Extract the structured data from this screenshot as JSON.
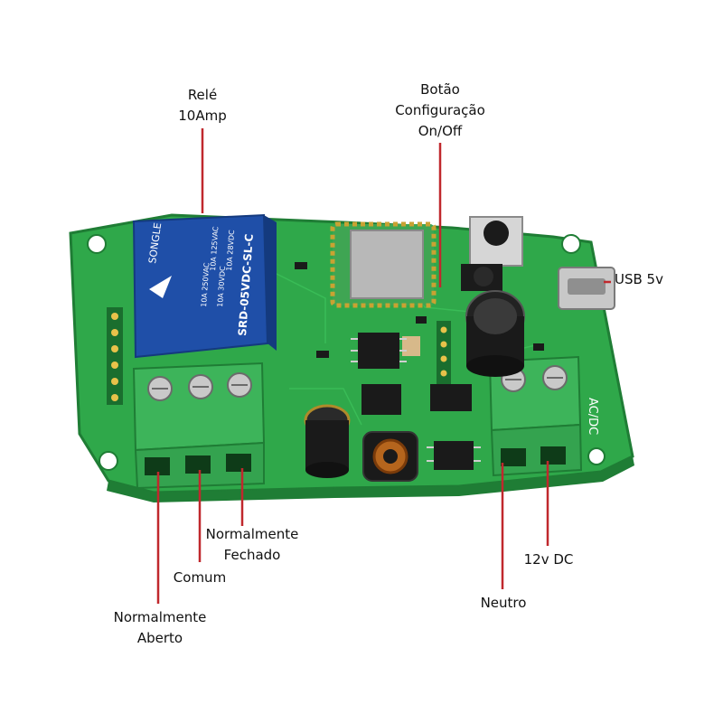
{
  "labels": {
    "relay": [
      "Relé",
      "10Amp"
    ],
    "button": [
      "Botão",
      "Configuração",
      "On/Off"
    ],
    "usb": "USB 5v",
    "power": "12v DC",
    "neutral": "Neutro",
    "common": "Comum",
    "nc": [
      "Normalmente",
      "Fechado"
    ],
    "no": [
      "Normalmente",
      "Aberto"
    ]
  },
  "board_text": {
    "relay_brand": "SONGLE",
    "relay_model": "SRD-05VDC-SL-C",
    "relay_rating_1": "10A 250VAC",
    "relay_rating_2": "10A 125VAC",
    "relay_rating_3": "10A 30VDC",
    "relay_rating_4": "10A 28VDC",
    "terminal_marking": "AC/DC"
  },
  "colors": {
    "pcb": "#2fa84a",
    "pcb_dark": "#1f7d35",
    "terminal": "#3db45a",
    "relay": "#1f4fa8",
    "leader_line": "#c0282d"
  }
}
